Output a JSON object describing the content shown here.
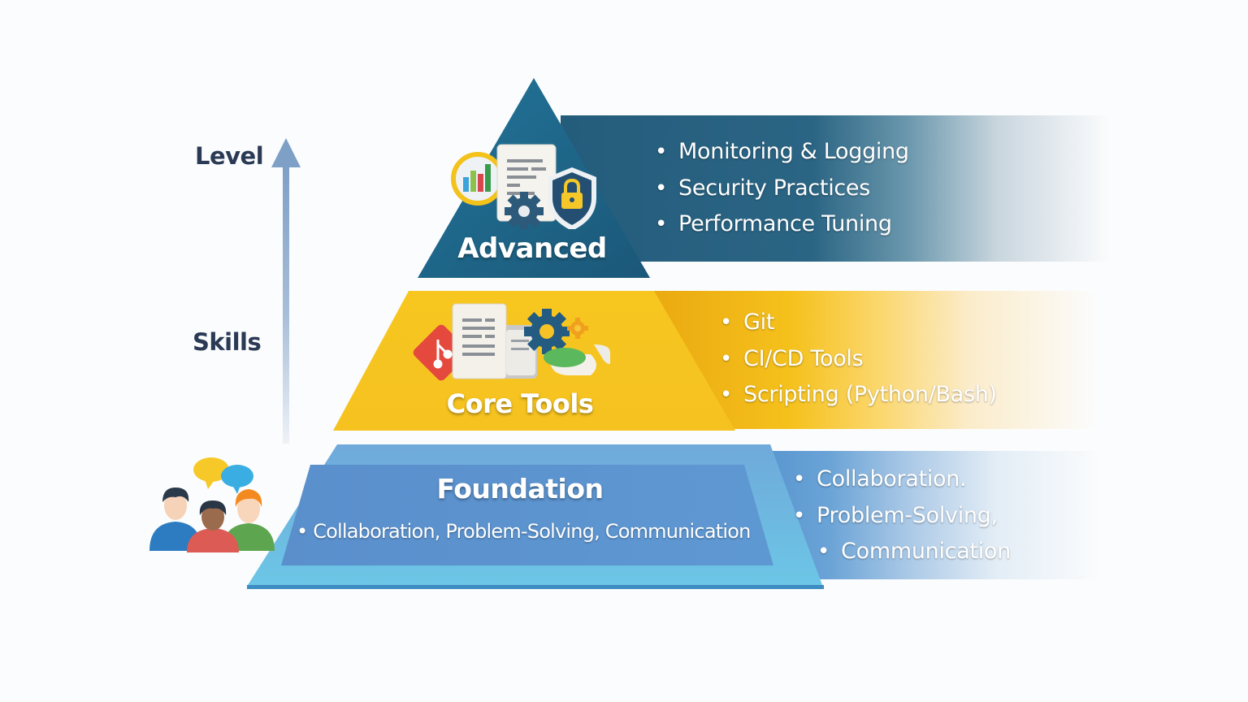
{
  "axis": {
    "top_label": "Level",
    "bottom_label": "Skills",
    "direction_icon": "arrow-up-icon"
  },
  "tiers": {
    "advanced": {
      "title": "Advanced",
      "color": "#1f6485",
      "band_color": "#245c7c",
      "icons": [
        "chart-magnifier-icon",
        "document-icon",
        "gear-icon",
        "shield-lock-icon"
      ],
      "items": [
        "Monitoring & Logging",
        "Security Practices",
        "Performance Tuning"
      ]
    },
    "core": {
      "title": "Core Tools",
      "color": "#f7c524",
      "band_color": "#eaa911",
      "icons": [
        "git-icon",
        "document-icon",
        "gear-icon",
        "small-gear-icon",
        "pipeline-icon"
      ],
      "items": [
        "Git",
        "CI/CD Tools",
        "Scripting (Python/Bash)"
      ]
    },
    "foundation": {
      "title": "Foundation",
      "color": "#5a94d0",
      "band_color": "#4f8fcc",
      "subtitle": "Collaboration, Problem-Solving, Communication",
      "icons": [
        "team-people-icon",
        "speech-bubbles-icon"
      ],
      "items": [
        "Collaboration.",
        "Problem-Solving,",
        "Communication"
      ]
    }
  }
}
